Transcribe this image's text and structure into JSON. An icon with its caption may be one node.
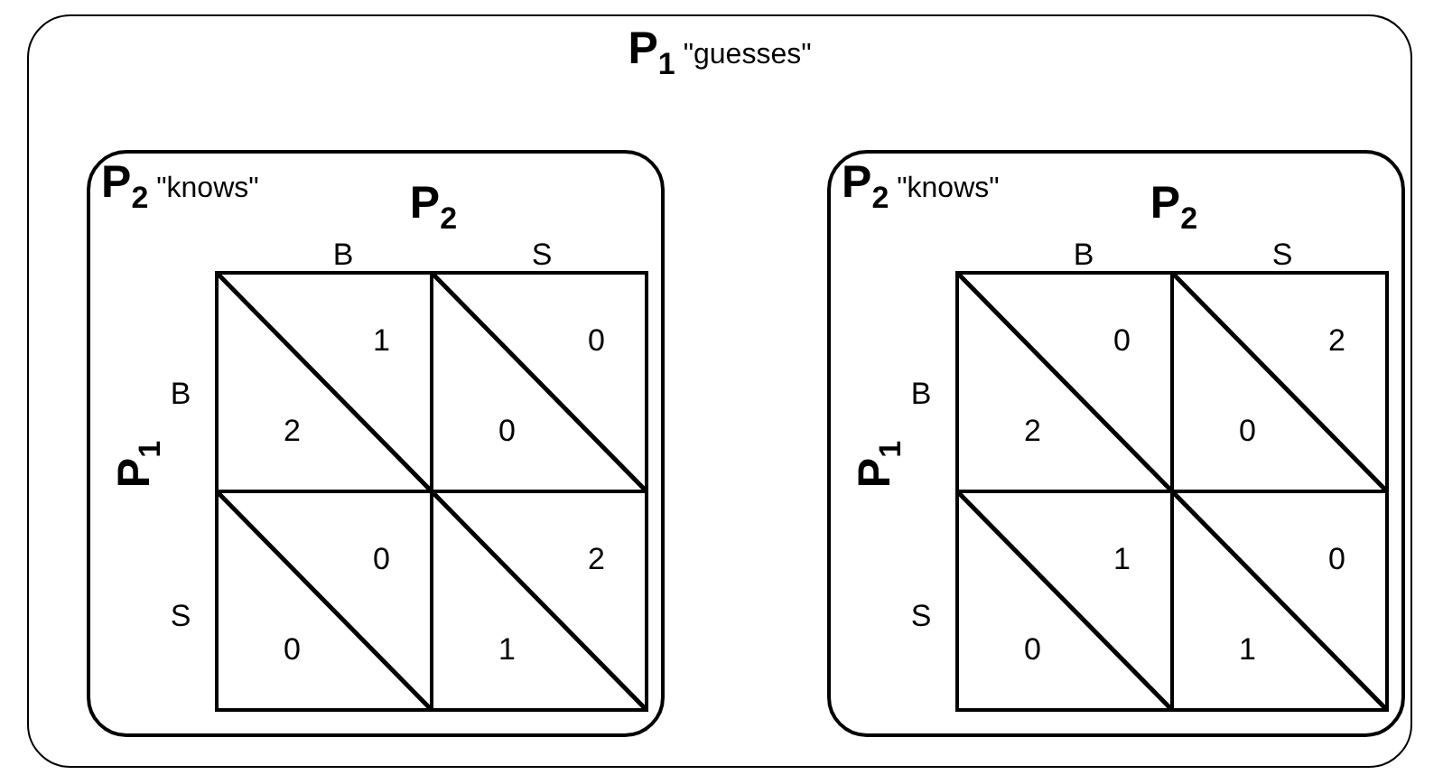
{
  "diagram": {
    "nodes": [
      {
        "text": [
          "**P**$_{1}$ \"guesses\""
        ]
      },
      {
        "text": [
          "**P**$_{2}$ \"knows\""
        ],
        "in": 0
      },
      {
        "text": [
          "1",
          "2"
        ],
        "in": 1
      },
      {
        "text": [
          "0",
          "0"
        ],
        "in": 1
      },
      {
        "text": [
          "0",
          "0"
        ],
        "in": 1
      },
      {
        "text": [
          "2",
          "1"
        ],
        "in": 1
      },
      {
        "text": [
          "**P**$_{2}$ \"knows\""
        ],
        "in": 0
      },
      {
        "text": [
          "0",
          "2"
        ],
        "in": 6
      },
      {
        "text": [
          "2",
          "0"
        ],
        "in": 6
      },
      {
        "text": [
          "1",
          "0"
        ],
        "in": 6
      },
      {
        "text": [
          "0",
          "1"
        ],
        "in": 6
      }
    ],
    "edges": [],
    "labels": [
      "P$_{2}$",
      "B",
      "S",
      "B",
      "P$_{1}$",
      "S",
      "P$_{2}$",
      "B",
      "S",
      "B",
      "P$_{1}$",
      "S"
    ]
  }
}
